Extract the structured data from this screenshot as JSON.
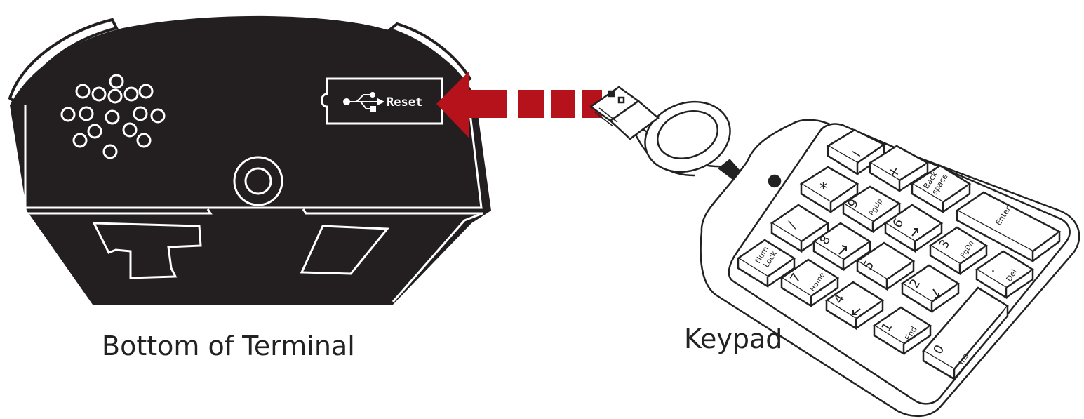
{
  "labels": {
    "terminal_caption": "Bottom of Terminal",
    "keypad_caption": "Keypad",
    "reset_label": "Reset"
  },
  "keypad": {
    "keys": {
      "minus": "−",
      "plus": "+",
      "backspace_line1": "Back",
      "backspace_line2": "space",
      "asterisk": "*",
      "nine": "9",
      "pgup": "PgUp",
      "enter": "Enter",
      "slash": "/",
      "six": "6",
      "numlock_line1": "Num",
      "numlock_line2": "Lock",
      "eight": "8",
      "three": "3",
      "pgdn": "PgDn",
      "five": "5",
      "dot": ".",
      "del": "Del",
      "seven": "7",
      "home": "Home",
      "two": "2",
      "four": "4",
      "one": "1",
      "end": "End",
      "zero": "0",
      "ins": "Ins"
    }
  },
  "colors": {
    "terminal_body": "#231f20",
    "arrow": "#b5121b",
    "outline": "#222222",
    "key_face": "#ffffff"
  },
  "icons": {
    "usb": "usb-icon",
    "arrow": "arrow-left-icon"
  }
}
